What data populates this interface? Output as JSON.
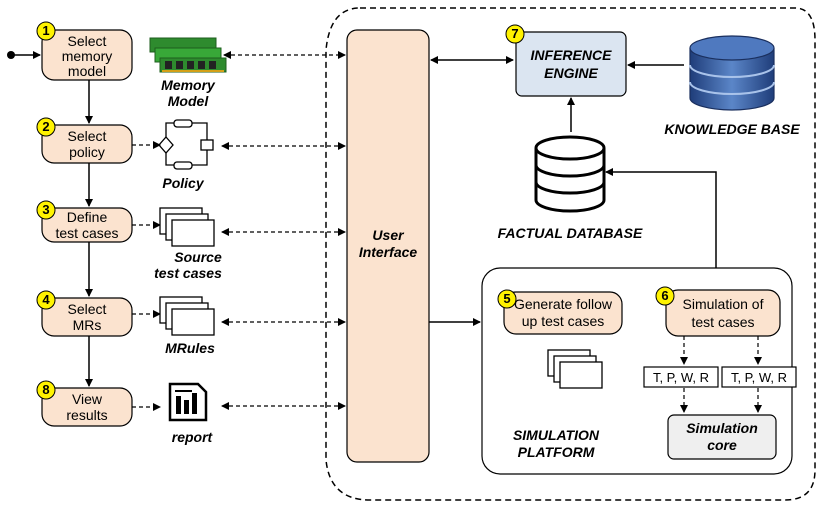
{
  "steps": {
    "s1": {
      "num": "1",
      "line1": "Select",
      "line2": "memory",
      "line3": "model"
    },
    "s2": {
      "num": "2",
      "line1": "Select",
      "line2": "policy"
    },
    "s3": {
      "num": "3",
      "line1": "Define",
      "line2": "test cases"
    },
    "s4": {
      "num": "4",
      "line1": "Select",
      "line2": "MRs"
    },
    "s8": {
      "num": "8",
      "line1": "View",
      "line2": "results"
    }
  },
  "artifacts": {
    "memory_model": {
      "line1": "Memory",
      "line2": "Model"
    },
    "policy": {
      "line1": "Policy"
    },
    "source_test_cases": {
      "line1": "Source",
      "line2": "test cases"
    },
    "mrules": {
      "line1": "MRules"
    },
    "report": {
      "line1": "report"
    }
  },
  "user_interface": {
    "line1": "User",
    "line2": "Interface"
  },
  "inference_engine": {
    "num": "7",
    "line1": "INFERENCE",
    "line2": "ENGINE"
  },
  "knowledge_base": {
    "label": "KNOWLEDGE BASE"
  },
  "factual_database": {
    "label": "FACTUAL DATABASE"
  },
  "simulation_platform": {
    "line1": "SIMULATION",
    "line2": "PLATFORM",
    "generate": {
      "num": "5",
      "line1": "Generate follow",
      "line2": "up test cases"
    },
    "simulation": {
      "num": "6",
      "line1": "Simulation of",
      "line2": "test cases"
    },
    "param_box_left": "T, P, W, R",
    "param_box_right": "T, P, W, R",
    "core": {
      "line1": "Simulation",
      "line2": "core"
    }
  },
  "colors": {
    "step_fill": "#fbe3cf",
    "badge_fill": "#fff200",
    "ui_fill": "#fbe3cf",
    "engine_fill": "#dbe5f1",
    "core_fill": "#efefef",
    "db_blue": "#2f5597"
  }
}
